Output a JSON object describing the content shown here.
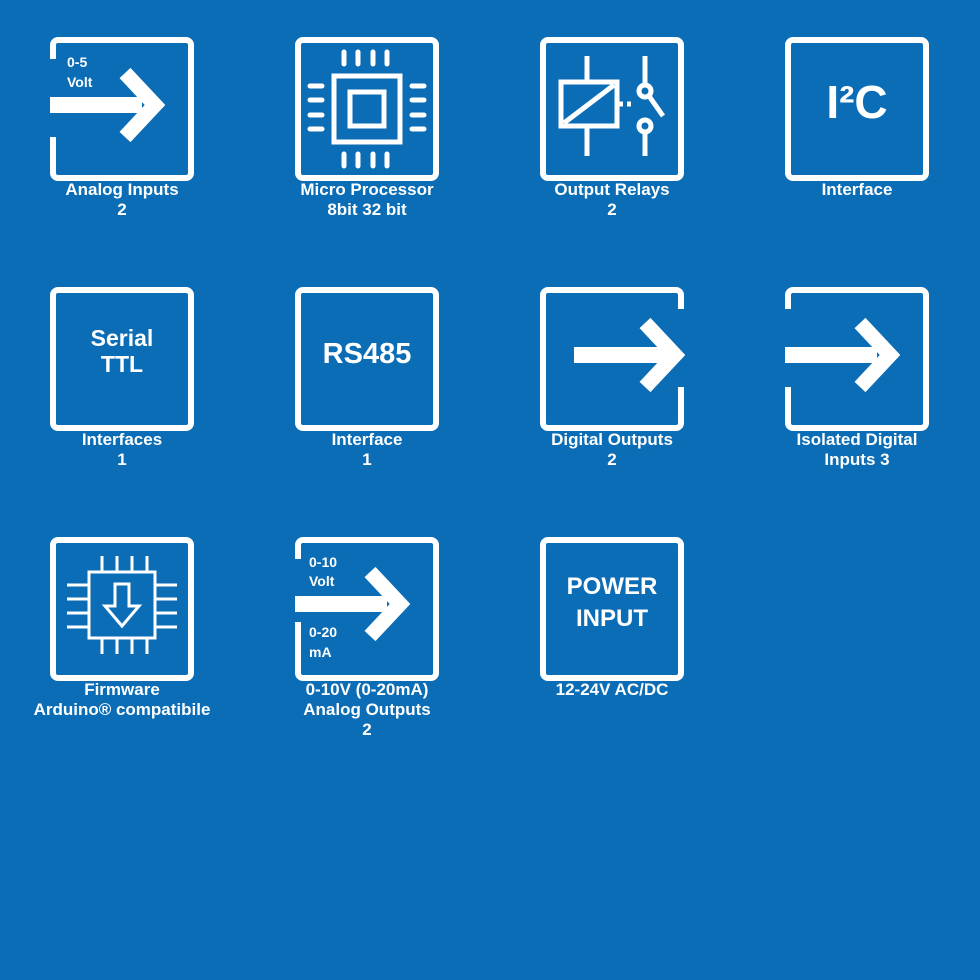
{
  "colors": {
    "background": "#0b6db5",
    "foreground": "#ffffff"
  },
  "tiles": [
    {
      "icon": "arrow-into-box-icon",
      "icon_text": [
        "0-5",
        "Volt"
      ],
      "caption": [
        "Analog Inputs",
        "2"
      ]
    },
    {
      "icon": "microprocessor-chip-icon",
      "caption": [
        "Micro Processor",
        "8bit 32 bit"
      ]
    },
    {
      "icon": "relay-icon",
      "caption": [
        "Output Relays",
        "2"
      ]
    },
    {
      "icon": "i2c-icon",
      "icon_text": [
        "I²C"
      ],
      "caption": [
        "Interface"
      ]
    },
    {
      "icon": "serial-ttl-icon",
      "icon_text": [
        "Serial",
        "TTL"
      ],
      "caption": [
        "Interfaces",
        "1"
      ]
    },
    {
      "icon": "rs485-icon",
      "icon_text": [
        "RS485"
      ],
      "caption": [
        "Interface",
        "1"
      ]
    },
    {
      "icon": "arrow-out-of-box-icon",
      "caption": [
        "Digital Outputs",
        "2"
      ]
    },
    {
      "icon": "arrow-into-box-icon",
      "caption": [
        "Isolated Digital",
        "Inputs 3"
      ]
    },
    {
      "icon": "firmware-chip-download-icon",
      "caption": [
        "Firmware",
        "Arduino® compatibile"
      ]
    },
    {
      "icon": "analog-output-arrow-icon",
      "icon_text": [
        "0-10",
        "Volt",
        "0-20",
        "mA"
      ],
      "caption": [
        "0-10V (0-20mA)",
        "Analog Outputs",
        "2"
      ]
    },
    {
      "icon": "power-input-icon",
      "icon_text": [
        "POWER",
        "INPUT"
      ],
      "caption": [
        "12-24V AC/DC"
      ]
    }
  ]
}
